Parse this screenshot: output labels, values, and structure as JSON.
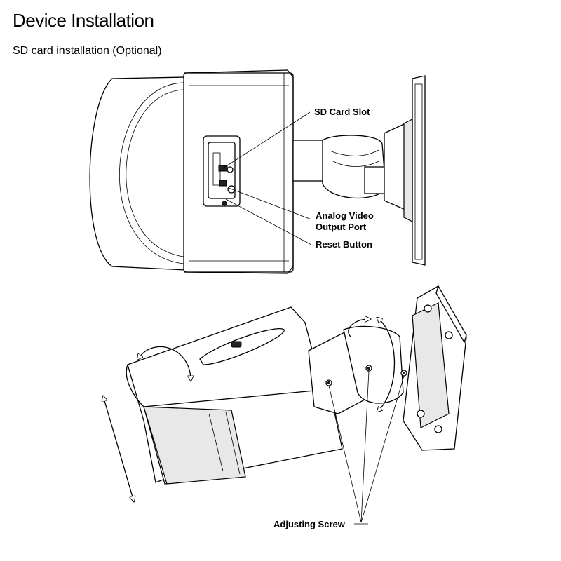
{
  "header": {
    "title": "Device Installation",
    "subtitle": "SD card installation (Optional)"
  },
  "callouts": {
    "sd_card_slot": "SD Card Slot",
    "analog_video_line1": "Analog Video",
    "analog_video_line2": "Output Port",
    "reset_button": "Reset Button",
    "adjusting_screw": "Adjusting Screw"
  }
}
